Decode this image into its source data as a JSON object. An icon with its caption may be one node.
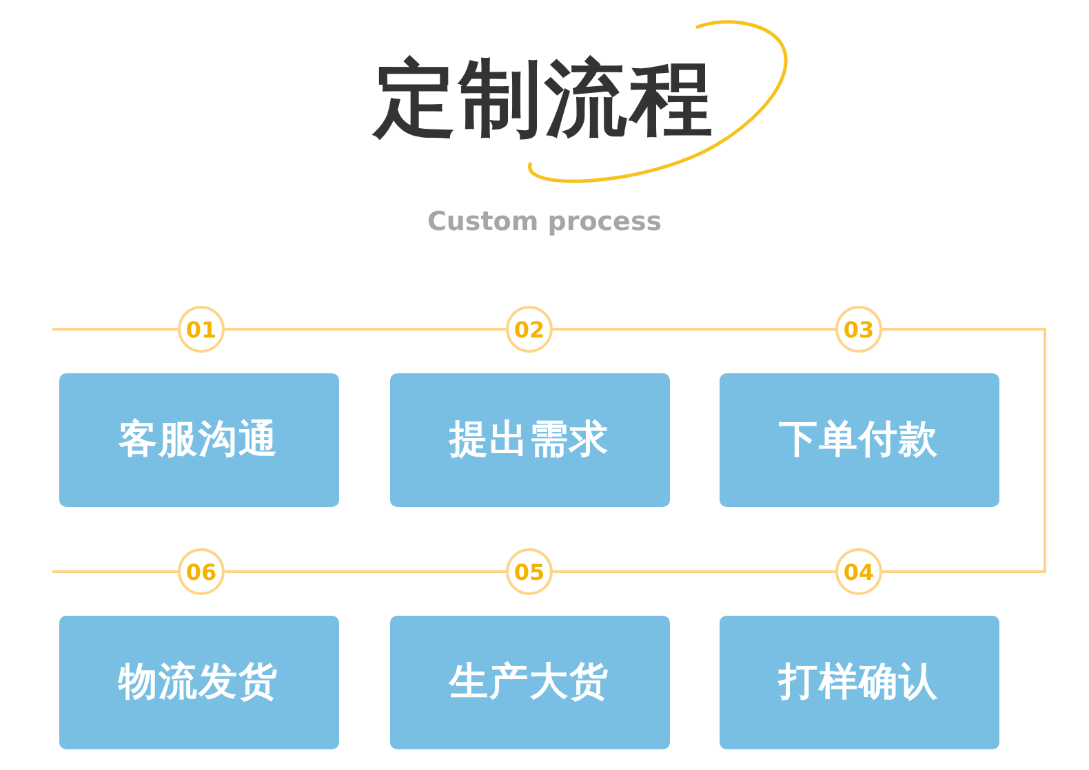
{
  "diagram": {
    "title": "定制流程",
    "caption": "Custom process",
    "nodes": [
      {
        "text": [
          "01"
        ]
      },
      {
        "text": [
          "02"
        ]
      },
      {
        "text": [
          "03"
        ]
      },
      {
        "text": [
          "客服沟通"
        ]
      },
      {
        "text": [
          "提出需求"
        ]
      },
      {
        "text": [
          "下单付款"
        ]
      },
      {
        "text": [
          "06"
        ]
      },
      {
        "text": [
          "05"
        ]
      },
      {
        "text": [
          "04"
        ]
      },
      {
        "text": [
          "物流发货"
        ]
      },
      {
        "text": [
          "生产大货"
        ]
      },
      {
        "text": [
          "打样确认"
        ]
      }
    ],
    "edges": [
      {
        "from": null,
        "to": 0,
        "arrow": "none"
      },
      {
        "from": 0,
        "to": 1,
        "arrow": "none"
      },
      {
        "from": 1,
        "to": 2,
        "arrow": "none"
      },
      {
        "from": 2,
        "to": 8,
        "arrow": "none"
      },
      {
        "from": 8,
        "to": 7,
        "arrow": "none"
      },
      {
        "from": 7,
        "to": 6,
        "arrow": "none"
      },
      {
        "from": 6,
        "to": null,
        "arrow": "none"
      }
    ]
  }
}
